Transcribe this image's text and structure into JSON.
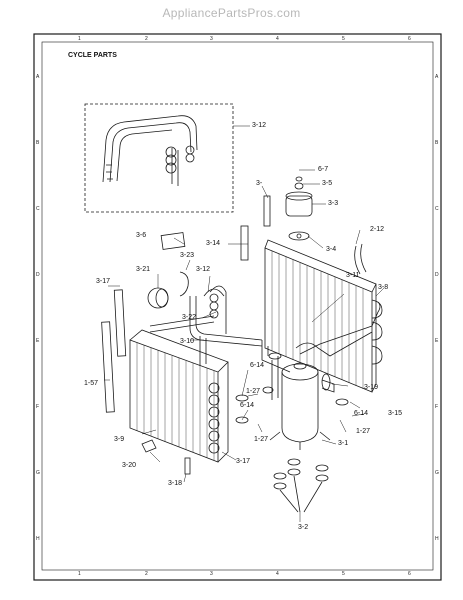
{
  "watermark": "AppliancePartsPros.com",
  "title": "CYCLE PARTS",
  "col_ticks": [
    "1",
    "2",
    "3",
    "4",
    "5",
    "6"
  ],
  "row_ticks": [
    "A",
    "B",
    "C",
    "D",
    "E",
    "F",
    "G",
    "H"
  ],
  "callouts": [
    {
      "id": "3-12a",
      "text": "3-12"
    },
    {
      "id": "6-7",
      "text": "6-7"
    },
    {
      "id": "3-5",
      "text": "3-5"
    },
    {
      "id": "3-",
      "text": "3-"
    },
    {
      "id": "3-3",
      "text": "3-3"
    },
    {
      "id": "3-6",
      "text": "3-6"
    },
    {
      "id": "3-14",
      "text": "3-14"
    },
    {
      "id": "3-4",
      "text": "3-4"
    },
    {
      "id": "2-12",
      "text": "2-12"
    },
    {
      "id": "3-23",
      "text": "3-23"
    },
    {
      "id": "3-21",
      "text": "3-21"
    },
    {
      "id": "3-12b",
      "text": "3-12"
    },
    {
      "id": "3-11",
      "text": "3-11"
    },
    {
      "id": "3-17a",
      "text": "3-17"
    },
    {
      "id": "3-8",
      "text": "3-8"
    },
    {
      "id": "3-22",
      "text": "3-22"
    },
    {
      "id": "3-10",
      "text": "3-10"
    },
    {
      "id": "6-14a",
      "text": "6-14"
    },
    {
      "id": "1-57",
      "text": "1-57"
    },
    {
      "id": "1-27a",
      "text": "1-27"
    },
    {
      "id": "3-19",
      "text": "3-19"
    },
    {
      "id": "6-14b",
      "text": "6-14"
    },
    {
      "id": "6-14c",
      "text": "6-14"
    },
    {
      "id": "3-15",
      "text": "3-15"
    },
    {
      "id": "3-9",
      "text": "3-9"
    },
    {
      "id": "1-27b",
      "text": "1-27"
    },
    {
      "id": "3-1",
      "text": "3-1"
    },
    {
      "id": "1-27c",
      "text": "1-27"
    },
    {
      "id": "3-20",
      "text": "3-20"
    },
    {
      "id": "3-17b",
      "text": "3-17"
    },
    {
      "id": "3-18",
      "text": "3-18"
    },
    {
      "id": "3-2",
      "text": "3-2"
    }
  ]
}
